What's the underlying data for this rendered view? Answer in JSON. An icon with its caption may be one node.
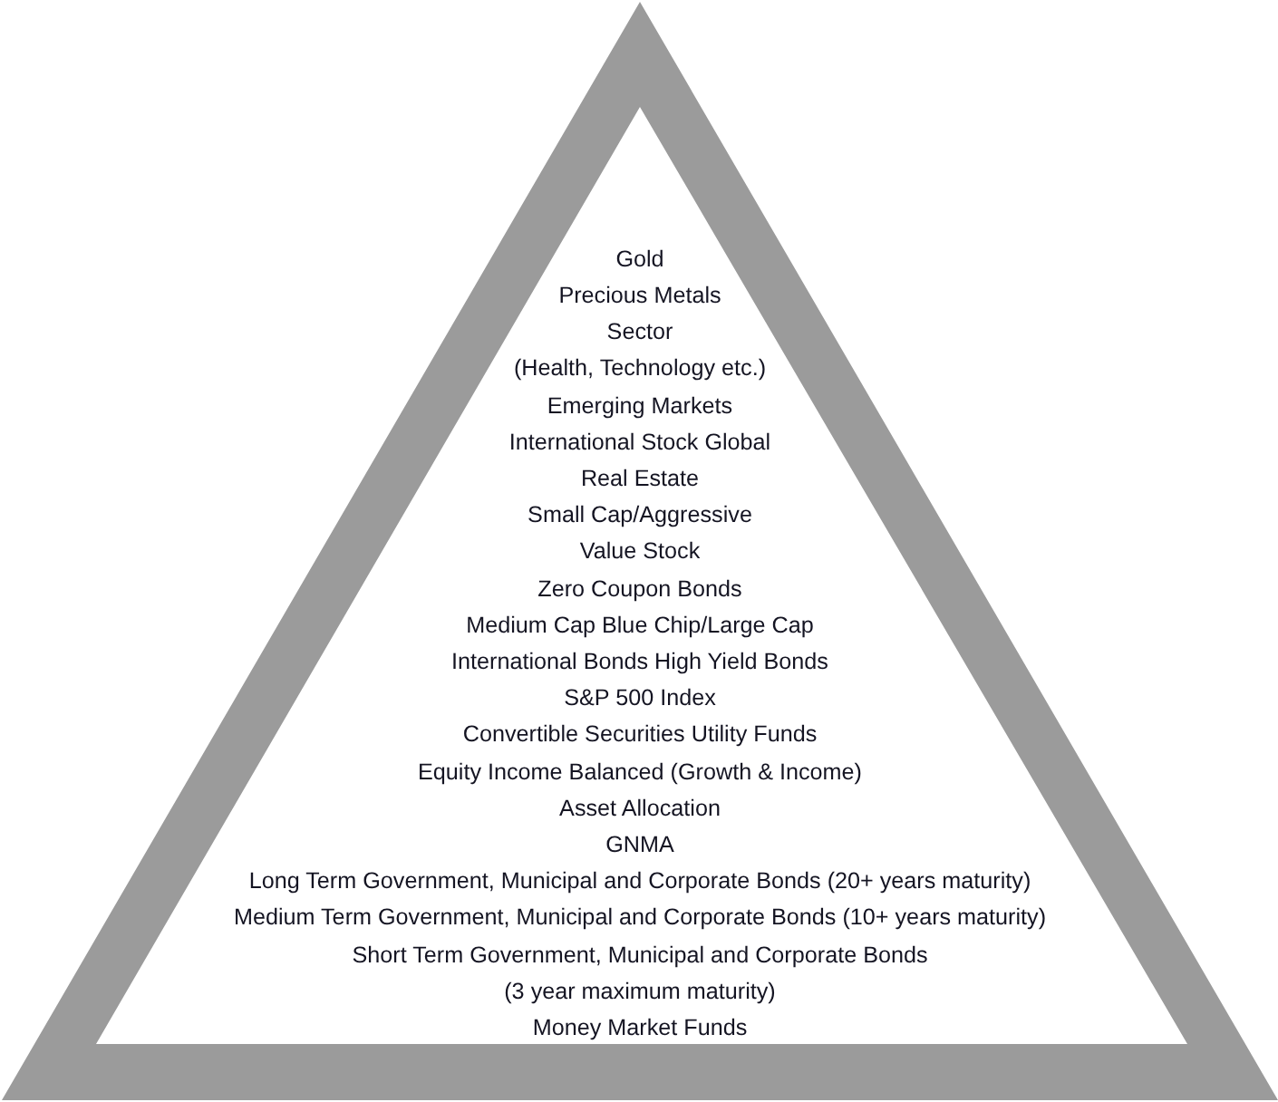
{
  "diagram": {
    "nodes": [
      {
        "text": [
          "Gold",
          "Precious Metals",
          "Sector (Health, Technology etc.)",
          "Emerging Markets",
          "International Stock Global",
          "Real Estate",
          "Small Cap/Aggressive",
          "Value Stock",
          "Zero Coupon Bonds",
          "Medium Cap Blue Chip/Large Cap",
          "International Bonds High Yield Bonds",
          "S&P 500 Index",
          "Convertible Securities Utility Funds",
          "Equity Income Balanced (Growth & Income)",
          "Asset Allocation",
          "GNMA",
          "Long Term Government, Municipal and Corporate Bonds (20+ years maturity)",
          "Medium Term Government, Municipal and Corporate Bonds (10+ years maturity)",
          "Short Term Government, Municipal and Corporate Bonds (3 year maximum maturity)",
          "Money Market Funds"
        ]
      }
    ]
  }
}
